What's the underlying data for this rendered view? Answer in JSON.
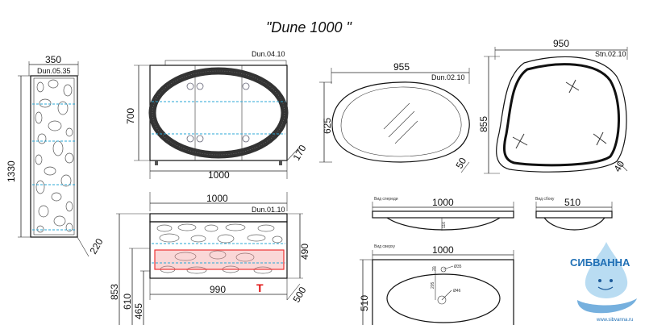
{
  "title": "\"Dune 1000 \"",
  "column": {
    "code": "Dun.05.35",
    "width": "350",
    "height": "1330",
    "depth": "220"
  },
  "cabinet": {
    "code": "Dun.04.10",
    "height": "700",
    "width": "1000",
    "depth": "170"
  },
  "mirror": {
    "code": "Dun.02.10",
    "width": "955",
    "height": "625",
    "depth": "50"
  },
  "stone_mirror": {
    "code": "Stn.02.10",
    "width": "950",
    "height": "855",
    "depth": "40"
  },
  "vanity": {
    "code": "Dun.01.10",
    "width_top": "1000",
    "width_bottom": "990",
    "h_total": "853",
    "h_body": "610",
    "h_drawer": "465",
    "depth_body": "490",
    "depth_base": "500",
    "marker": "T"
  },
  "basin_front": {
    "label": "Вид спереди",
    "width": "1000",
    "small": "116"
  },
  "basin_side": {
    "label": "Вид сбоку",
    "width": "510"
  },
  "basin_top": {
    "label": "Вид сверху",
    "width": "1000",
    "height": "510",
    "d1": "Ø35",
    "d2": "Ø46",
    "dim_a": "20",
    "dim_b": "205"
  },
  "brand": {
    "name": "СИБВАННА",
    "url": "www.sibvanna.ru"
  }
}
